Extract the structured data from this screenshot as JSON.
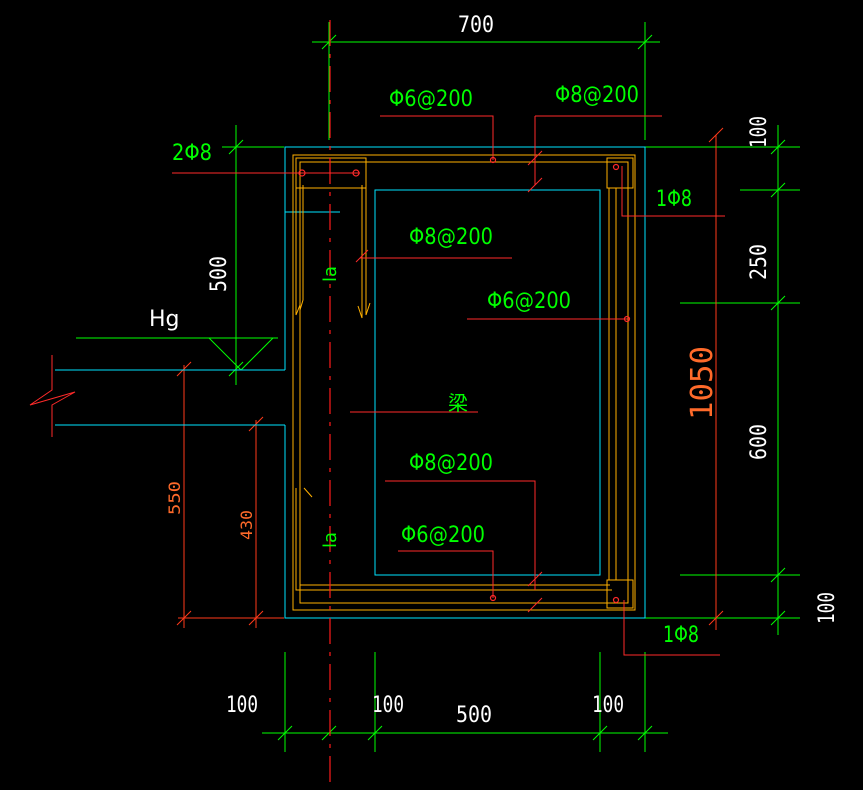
{
  "colors": {
    "background": "#000000",
    "dimension_line": "#00ff00",
    "dimension_text": "#ffffff",
    "concrete_outline": "#00e5ff",
    "rebar_stirrup": "#ffb000",
    "leader": "#ff2a2a",
    "centerline": "#ff1a1a",
    "rebar_label": "#00ff00",
    "annotation": "#ffffff",
    "overall_dim_text": "#ff6a2a"
  },
  "dimensions": {
    "top_width": "700",
    "left_height": "500",
    "bottom_left": "550",
    "bottom_left_inner": "430",
    "bottom_seg_1": "100",
    "bottom_seg_2": "100",
    "bottom_seg_3": "500",
    "bottom_seg_4": "100",
    "right_seg_1": "100",
    "right_seg_2": "250",
    "right_seg_3": "600",
    "right_seg_4": "100",
    "overall_height": "1050"
  },
  "rebar_labels": {
    "top_left_stirrup": "Φ6@200",
    "top_right_stirrup": "Φ8@200",
    "left_corner_bars": "2Φ8",
    "right_top_bar": "1Φ8",
    "inner_upper": "Φ8@200",
    "inner_middle": "Φ6@200",
    "inner_lower": "Φ8@200",
    "bottom_stirrup": "Φ6@200",
    "right_bottom_bar": "1Φ8"
  },
  "annotations": {
    "elevation": "Hg",
    "beam": "梁",
    "anchorage_upper": "la",
    "anchorage_lower": "la"
  }
}
